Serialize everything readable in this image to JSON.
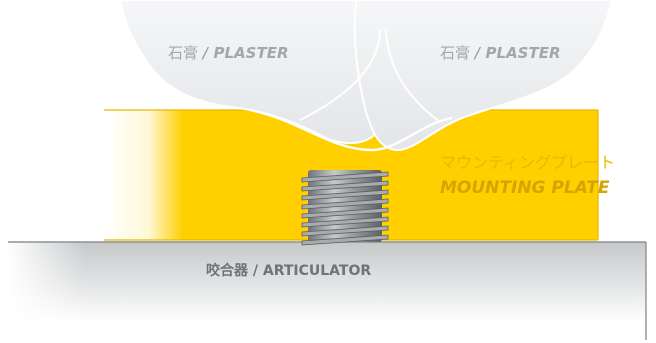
{
  "labels": {
    "plaster_left_jp": "石膏",
    "plaster_left_en": "/ PLASTER",
    "plaster_right_jp": "石膏",
    "plaster_right_en": "/ PLASTER",
    "mounting_plate_jp": "マウンティングプレート",
    "mounting_plate_en": "MOUNTING PLATE",
    "articulator": "咬合器 / ARTICULATOR"
  },
  "colors": {
    "plate_yellow": "#ffcf00",
    "plate_text": "#e8b900",
    "plaster": "#e9ebee",
    "articulator_gray": "#cfd1d3",
    "screw_gray": "#8c9094",
    "label_gray": "#a4a6aa"
  }
}
